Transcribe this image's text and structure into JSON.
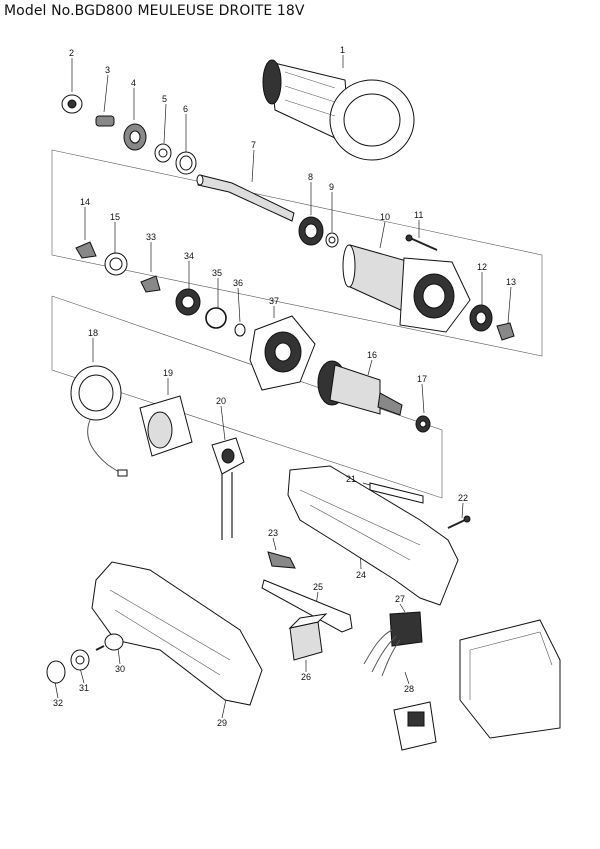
{
  "header": {
    "title": "Model No.BGD800 MEULEUSE DROITE 18V"
  },
  "callouts": [
    {
      "id": "1",
      "text": "1"
    },
    {
      "id": "2",
      "text": "2"
    },
    {
      "id": "3",
      "text": "3"
    },
    {
      "id": "4",
      "text": "4"
    },
    {
      "id": "5",
      "text": "5"
    },
    {
      "id": "6",
      "text": "6"
    },
    {
      "id": "7",
      "text": "7"
    },
    {
      "id": "8",
      "text": "8"
    },
    {
      "id": "9",
      "text": "9"
    },
    {
      "id": "10",
      "text": "10"
    },
    {
      "id": "11",
      "text": "11"
    },
    {
      "id": "12",
      "text": "12"
    },
    {
      "id": "13",
      "text": "13"
    },
    {
      "id": "14",
      "text": "14"
    },
    {
      "id": "15",
      "text": "15"
    },
    {
      "id": "16",
      "text": "16"
    },
    {
      "id": "17",
      "text": "17"
    },
    {
      "id": "18",
      "text": "18"
    },
    {
      "id": "19",
      "text": "19"
    },
    {
      "id": "20",
      "text": "20"
    },
    {
      "id": "21",
      "text": "21"
    },
    {
      "id": "22",
      "text": "22"
    },
    {
      "id": "23",
      "text": "23"
    },
    {
      "id": "24",
      "text": "24"
    },
    {
      "id": "25",
      "text": "25"
    },
    {
      "id": "26",
      "text": "26"
    },
    {
      "id": "27",
      "text": "27"
    },
    {
      "id": "28",
      "text": "28"
    },
    {
      "id": "29",
      "text": "29"
    },
    {
      "id": "30",
      "text": "30"
    },
    {
      "id": "31",
      "text": "31"
    },
    {
      "id": "32",
      "text": "32"
    },
    {
      "id": "33",
      "text": "33"
    },
    {
      "id": "34",
      "text": "34"
    },
    {
      "id": "35",
      "text": "35"
    },
    {
      "id": "36",
      "text": "36"
    },
    {
      "id": "37",
      "text": "37"
    }
  ]
}
